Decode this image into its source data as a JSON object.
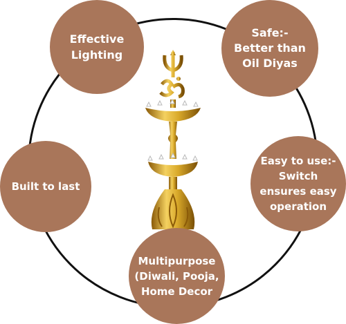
{
  "colors": {
    "bubble": "#a9765a",
    "ring": "#111111",
    "background": "#ffffff",
    "brass": "#d9a92a"
  },
  "product_image": {
    "icon": "brass-diya-lamp-icon"
  },
  "features": [
    {
      "text": "Effective\nLighting"
    },
    {
      "text": "Safe:-\nBetter than\nOil Diyas"
    },
    {
      "text": "Built to last"
    },
    {
      "text": "Easy to use:-\nSwitch\nensures easy\noperation"
    },
    {
      "text": "Multipurpose\n(Diwali, Pooja,\nHome Decor"
    }
  ]
}
